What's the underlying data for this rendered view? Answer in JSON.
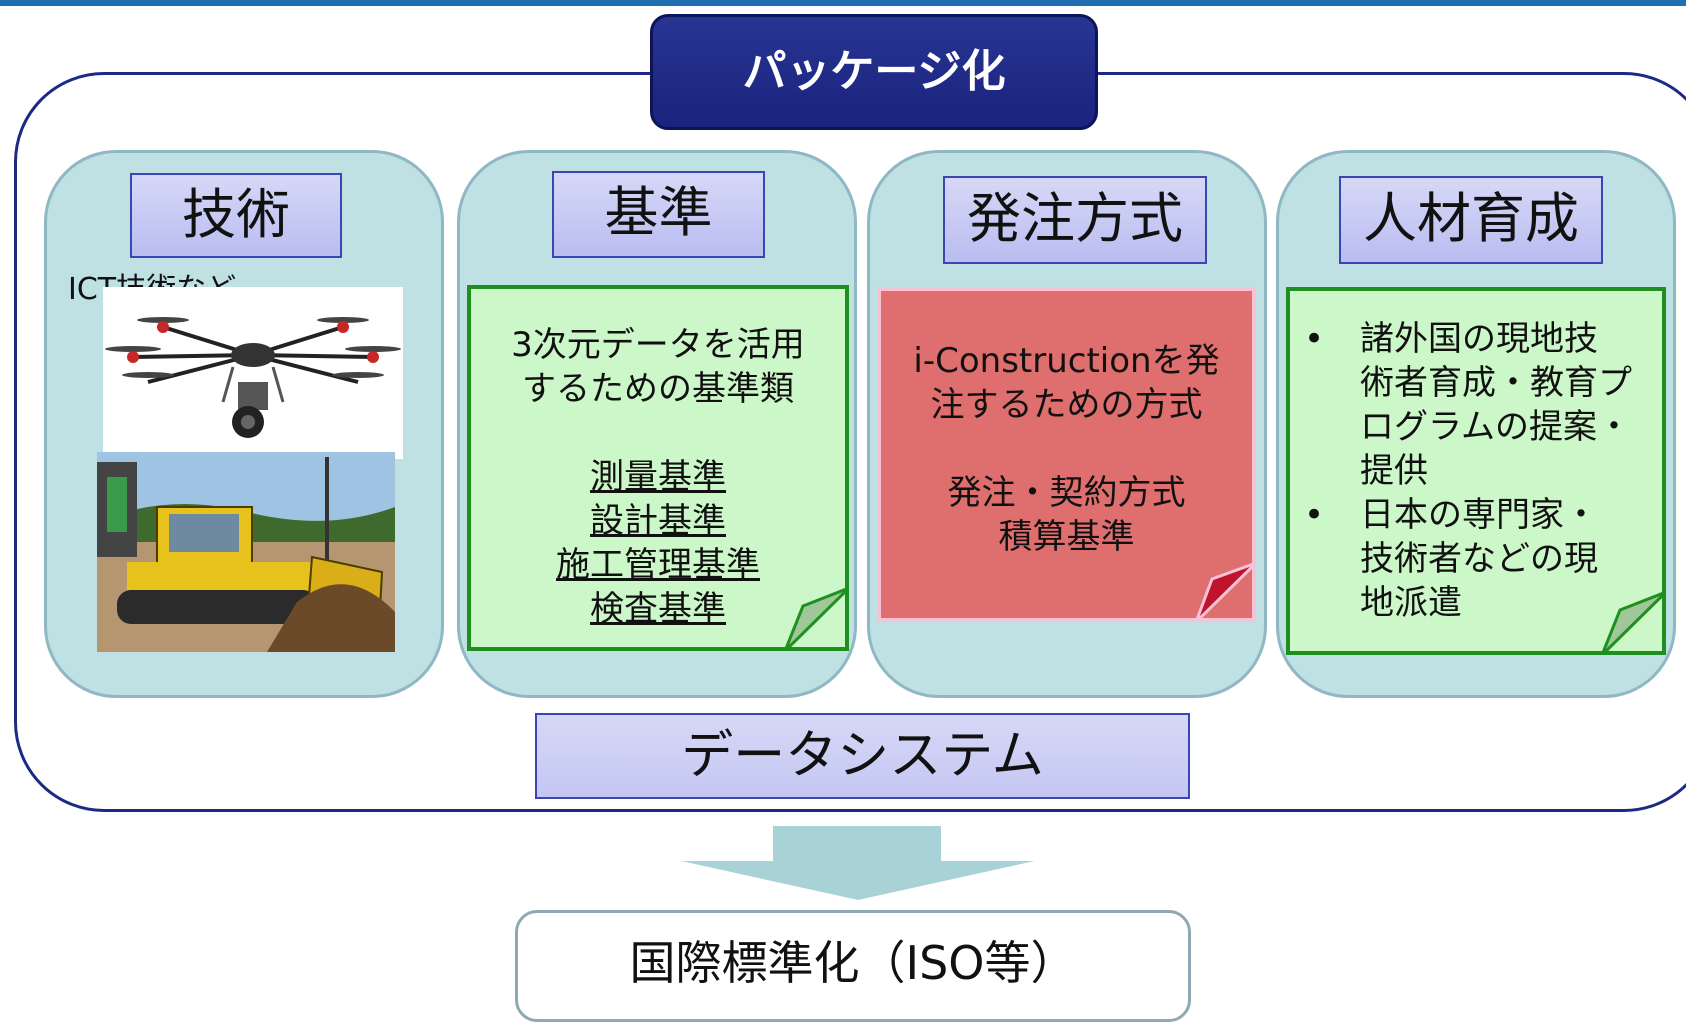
{
  "package": {
    "title": "パッケージ化"
  },
  "columns": [
    {
      "label": "技術",
      "caption": "ICT技術など"
    },
    {
      "label": "基準",
      "note_intro": [
        "3次元データを活用",
        "するための基準類"
      ],
      "items": [
        "測量基準",
        "設計基準",
        "施工管理基準",
        "検査基準"
      ]
    },
    {
      "label": "発注方式",
      "note_intro": [
        "i-Constructionを発",
        "注するための方式"
      ],
      "items": [
        "発注・契約方式",
        "積算基準"
      ]
    },
    {
      "label": "人材育成",
      "bullets": [
        [
          "諸外国の現地技",
          "術者育成・教育プ",
          "ログラムの提案・",
          "提供"
        ],
        [
          "日本の専門家・",
          "技術者などの現",
          "地派遣"
        ]
      ]
    }
  ],
  "data_system": {
    "label": "データシステム"
  },
  "result": {
    "label": "国際標準化（ISO等）"
  },
  "colors": {
    "frame": "#1c2a86",
    "column_fill": "#bfe1e3",
    "label_fill": "#c9ccf4",
    "note_green": "#ccf7c8",
    "note_red": "#df6e6e",
    "arrow": "#a9d2d6"
  }
}
